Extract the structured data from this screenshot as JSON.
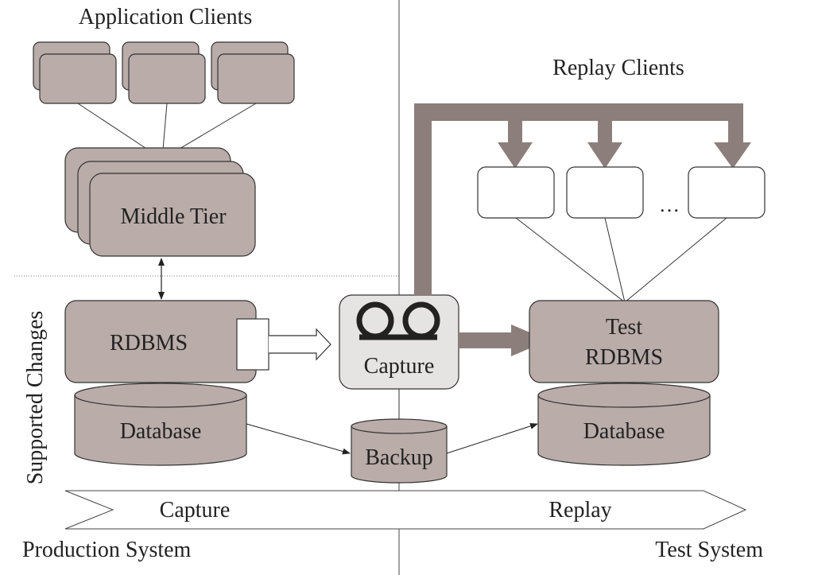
{
  "labels": {
    "application_clients": "Application Clients",
    "replay_clients": "Replay Clients",
    "middle_tier": "Middle Tier",
    "rdbms": "RDBMS",
    "capture_box": "Capture",
    "test_rdbms_line1": "Test",
    "test_rdbms_line2": "RDBMS",
    "database_left": "Database",
    "database_right": "Database",
    "backup": "Backup",
    "supported_changes": "Supported Changes",
    "arrow_capture": "Capture",
    "arrow_replay": "Replay",
    "production_system": "Production System",
    "test_system": "Test System",
    "ellipsis": "…"
  },
  "colors": {
    "box_fill": "#b9aca9",
    "capture_fill": "#e6e4e3",
    "flow_arrow": "#8c7f7b",
    "stroke": "#333333"
  },
  "icons": {
    "capture": "tape-reel-icon"
  }
}
